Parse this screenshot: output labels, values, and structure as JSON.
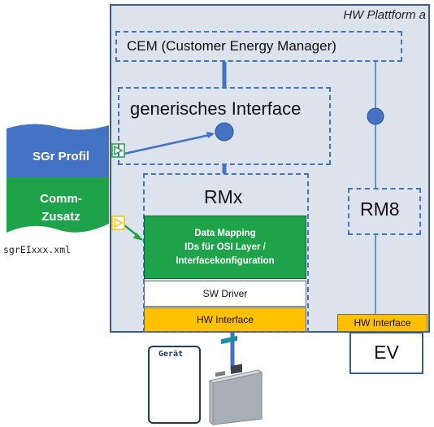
{
  "platform": {
    "title": "HW Plattform a"
  },
  "cem": {
    "label": "CEM (Customer Energy Manager)"
  },
  "generic_interface": {
    "label": "generisches Interface"
  },
  "rmx": {
    "label": "RMx",
    "data_mapping_lines": [
      "Data Mapping",
      "IDs für OSI Layer /",
      "Interfacekonfiguration"
    ],
    "sw_driver": "SW Driver",
    "hw_interface": "HW Interface"
  },
  "rm8": {
    "label": "RM8",
    "hw_interface": "HW Interface"
  },
  "ev": {
    "label": "EV"
  },
  "sgr_file": {
    "profile_label": "SGr Profil",
    "comm_label_line1": "Comm-",
    "comm_label_line2": "Zusatz",
    "file_name": "sgrEIxxx.xml"
  },
  "device": {
    "label": "Gerät"
  },
  "colors": {
    "blue": "#4472c4",
    "green": "#1fa34a",
    "orange": "#ffc000",
    "platform_bg": "#dde3ec"
  }
}
